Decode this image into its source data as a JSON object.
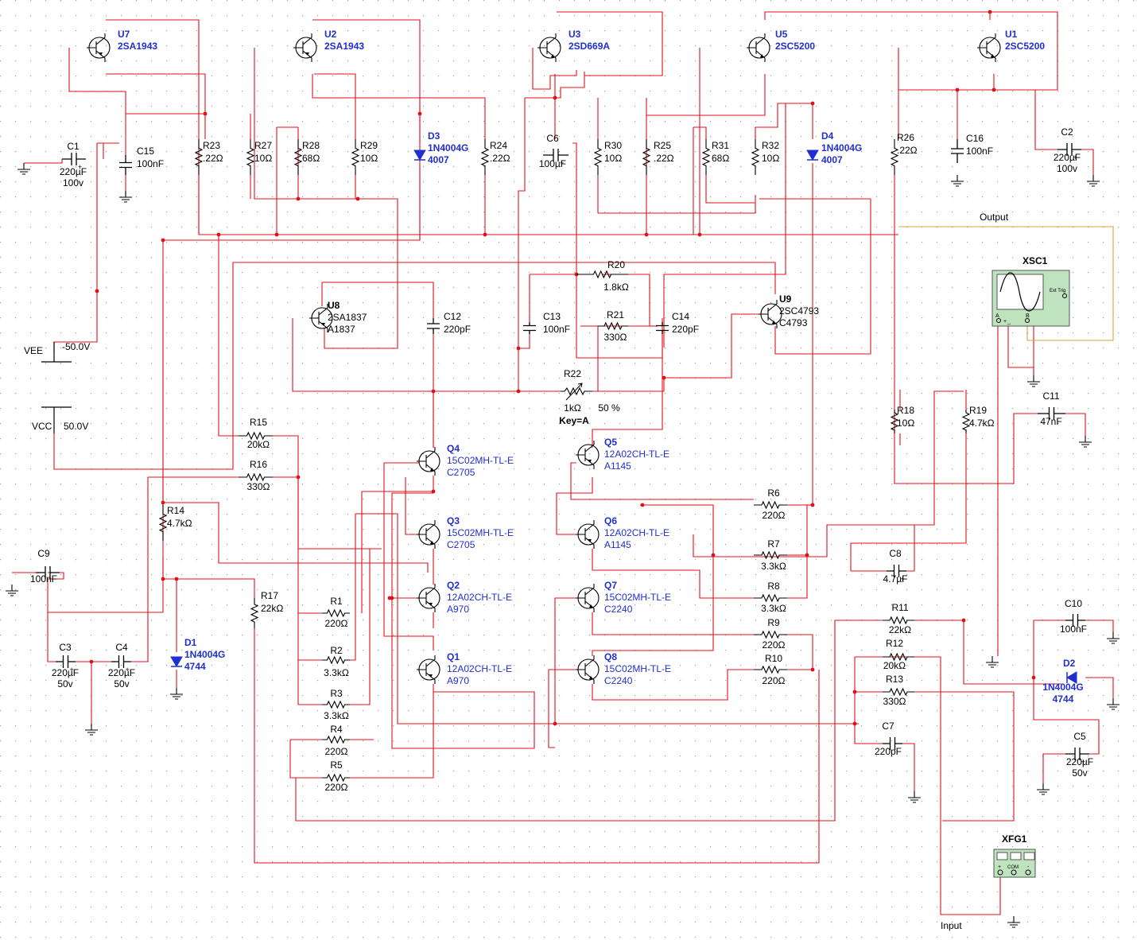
{
  "colors": {
    "wire": "#e0101a",
    "part": "#000000",
    "label": "#000000",
    "ref_blue": "#1f2fd2",
    "probe_wire": "#d9a037",
    "grid_dot": "#9e9e9e",
    "instrument_fill": "#bfe3bf"
  },
  "transistors": [
    {
      "ref": "U7",
      "model": "2SA1943",
      "sub": ""
    },
    {
      "ref": "U2",
      "model": "2SA1943",
      "sub": ""
    },
    {
      "ref": "U3",
      "model": "2SD669A",
      "sub": ""
    },
    {
      "ref": "U5",
      "model": "2SC5200",
      "sub": ""
    },
    {
      "ref": "U1",
      "model": "2SC5200",
      "sub": ""
    },
    {
      "ref": "U8",
      "model": "2SA1837",
      "sub": "A1837"
    },
    {
      "ref": "U9",
      "model": "2SC4793",
      "sub": "C4793"
    },
    {
      "ref": "Q4",
      "model": "15C02MH-TL-E",
      "sub": "C2705"
    },
    {
      "ref": "Q3",
      "model": "15C02MH-TL-E",
      "sub": "C2705"
    },
    {
      "ref": "Q2",
      "model": "12A02CH-TL-E",
      "sub": "A970"
    },
    {
      "ref": "Q1",
      "model": "12A02CH-TL-E",
      "sub": "A970"
    },
    {
      "ref": "Q5",
      "model": "12A02CH-TL-E",
      "sub": "A1145"
    },
    {
      "ref": "Q6",
      "model": "12A02CH-TL-E",
      "sub": "A1145"
    },
    {
      "ref": "Q7",
      "model": "15C02MH-TL-E",
      "sub": "C2240"
    },
    {
      "ref": "Q8",
      "model": "15C02MH-TL-E",
      "sub": "C2240"
    }
  ],
  "resistors": [
    {
      "ref": "R23",
      "value": ".22Ω"
    },
    {
      "ref": "R27",
      "value": "10Ω"
    },
    {
      "ref": "R28",
      "value": "68Ω"
    },
    {
      "ref": "R29",
      "value": "10Ω"
    },
    {
      "ref": "R24",
      "value": ".22Ω"
    },
    {
      "ref": "R30",
      "value": "10Ω"
    },
    {
      "ref": "R25",
      "value": ".22Ω"
    },
    {
      "ref": "R31",
      "value": "68Ω"
    },
    {
      "ref": "R32",
      "value": "10Ω"
    },
    {
      "ref": "R26",
      "value": ".22Ω"
    },
    {
      "ref": "R20",
      "value": "1.8kΩ"
    },
    {
      "ref": "R21",
      "value": "330Ω"
    },
    {
      "ref": "R15",
      "value": "20kΩ"
    },
    {
      "ref": "R16",
      "value": "330Ω"
    },
    {
      "ref": "R14",
      "value": "4.7kΩ"
    },
    {
      "ref": "R17",
      "value": "22kΩ"
    },
    {
      "ref": "R1",
      "value": "220Ω"
    },
    {
      "ref": "R2",
      "value": "3.3kΩ"
    },
    {
      "ref": "R3",
      "value": "3.3kΩ"
    },
    {
      "ref": "R4",
      "value": "220Ω"
    },
    {
      "ref": "R5",
      "value": "220Ω"
    },
    {
      "ref": "R6",
      "value": "220Ω"
    },
    {
      "ref": "R7",
      "value": "3.3kΩ"
    },
    {
      "ref": "R8",
      "value": "3.3kΩ"
    },
    {
      "ref": "R9",
      "value": "220Ω"
    },
    {
      "ref": "R10",
      "value": "220Ω"
    },
    {
      "ref": "R18",
      "value": "10Ω"
    },
    {
      "ref": "R19",
      "value": "4.7kΩ"
    },
    {
      "ref": "R11",
      "value": "22kΩ"
    },
    {
      "ref": "R12",
      "value": "20kΩ"
    },
    {
      "ref": "R13",
      "value": "330Ω"
    }
  ],
  "potentiometer": {
    "ref": "R22",
    "value": "1kΩ",
    "percent": "50 %",
    "key": "Key=A"
  },
  "capacitors": [
    {
      "ref": "C1",
      "value": "220µF",
      "rating": "100v"
    },
    {
      "ref": "C15",
      "value": "100nF",
      "rating": ""
    },
    {
      "ref": "C6",
      "value": "100µF",
      "rating": ""
    },
    {
      "ref": "C16",
      "value": "100nF",
      "rating": ""
    },
    {
      "ref": "C2",
      "value": "220µF",
      "rating": "100v"
    },
    {
      "ref": "C12",
      "value": "220pF",
      "rating": ""
    },
    {
      "ref": "C13",
      "value": "100nF",
      "rating": ""
    },
    {
      "ref": "C14",
      "value": "220pF",
      "rating": ""
    },
    {
      "ref": "C11",
      "value": "47nF",
      "rating": ""
    },
    {
      "ref": "C9",
      "value": "100nF",
      "rating": ""
    },
    {
      "ref": "C3",
      "value": "220µF",
      "rating": "50v"
    },
    {
      "ref": "C4",
      "value": "220µF",
      "rating": "50v"
    },
    {
      "ref": "C8",
      "value": "4.7µF",
      "rating": ""
    },
    {
      "ref": "C7",
      "value": "220pF",
      "rating": ""
    },
    {
      "ref": "C10",
      "value": "100nF",
      "rating": ""
    },
    {
      "ref": "C5",
      "value": "220µF",
      "rating": "50v"
    }
  ],
  "diodes": [
    {
      "ref": "D3",
      "model": "1N4004G",
      "sub": "4007"
    },
    {
      "ref": "D4",
      "model": "1N4004G",
      "sub": "4007"
    },
    {
      "ref": "D1",
      "model": "1N4004G",
      "sub": "4744"
    },
    {
      "ref": "D2",
      "model": "1N4004G",
      "sub": "4744"
    }
  ],
  "sources": {
    "vee_label": "VEE",
    "vee_value": "-50.0V",
    "vcc_label": "VCC",
    "vcc_value": "50.0V"
  },
  "net_labels": {
    "output": "Output",
    "input": "Input"
  },
  "oscilloscope": {
    "ref": "XSC1",
    "ext_trig": "Ext Trig",
    "ch_a": "A",
    "ch_b": "B",
    "plus": "+",
    "minus": "_"
  },
  "function_generator": {
    "ref": "XFG1",
    "com": "COM",
    "plus": "+",
    "minus": "-"
  }
}
